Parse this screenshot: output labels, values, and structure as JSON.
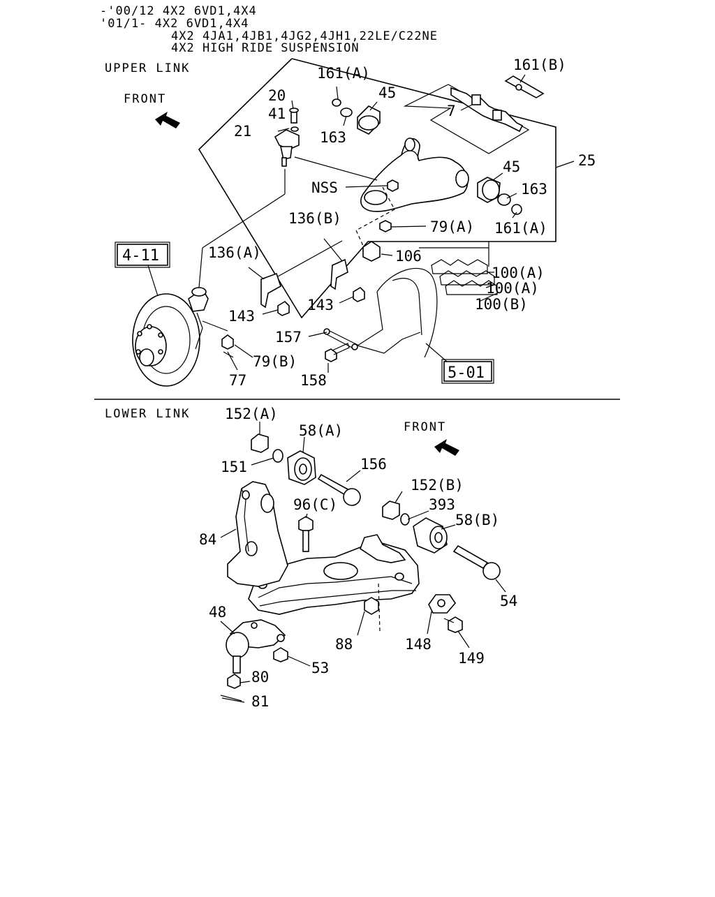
{
  "header": {
    "lines": [
      "-'00/12  4X2  6VD1,4X4",
      "'01/1-   4X2  6VD1,4X4",
      "4X2  4JA1,4JB1,4JG2,4JH1,22LE/C22NE",
      "4X2  HIGH RIDE SUSPENSION"
    ]
  },
  "upper": {
    "title": "UPPER LINK",
    "front": "FRONT",
    "refs": [
      "4-11",
      "5-01"
    ],
    "labels": {
      "p20": "20",
      "p41": "41",
      "p21": "21",
      "p161a_top": "161(A)",
      "p45_top": "45",
      "p163_top": "163",
      "p7": "7",
      "p161b": "161(B)",
      "p25": "25",
      "p45_r": "45",
      "p163_r": "163",
      "p161a_r": "161(A)",
      "nss": "NSS",
      "p136b": "136(B)",
      "p79a": "79(A)",
      "p136a": "136(A)",
      "p106": "106",
      "p100a1": "100(A)",
      "p100a2": "100(A)",
      "p100b": "100(B)",
      "p143a": "143",
      "p143b": "143",
      "p157": "157",
      "p79b": "79(B)",
      "p77": "77",
      "p158": "158"
    }
  },
  "lower": {
    "title": "LOWER LINK",
    "front": "FRONT",
    "labels": {
      "p152a": "152(A)",
      "p58a": "58(A)",
      "p151": "151",
      "p156": "156",
      "p152b": "152(B)",
      "p96c": "96(C)",
      "p393": "393",
      "p58b": "58(B)",
      "p84": "84",
      "p54": "54",
      "p48": "48",
      "p88": "88",
      "p148": "148",
      "p149": "149",
      "p80": "80",
      "p53": "53",
      "p81": "81"
    }
  }
}
